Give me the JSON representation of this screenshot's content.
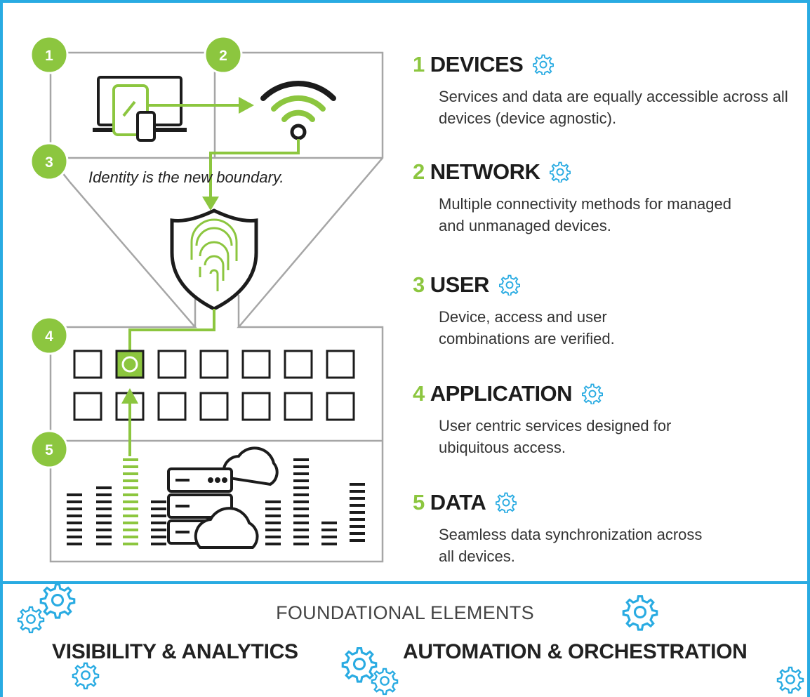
{
  "diagram": {
    "tagline": "Identity is the new boundary.",
    "badges": [
      "1",
      "2",
      "3",
      "4",
      "5"
    ],
    "steps": [
      {
        "num": "1",
        "title": "DEVICES",
        "desc": "Services and data are equally accessible across all devices (device agnostic)."
      },
      {
        "num": "2",
        "title": "NETWORK",
        "desc": "Multiple connectivity methods for managed and unmanaged devices."
      },
      {
        "num": "3",
        "title": "USER",
        "desc": "Device, access and user combinations are verified."
      },
      {
        "num": "4",
        "title": "APPLICATION",
        "desc": "User centric services designed for ubiquitous access."
      },
      {
        "num": "5",
        "title": "DATA",
        "desc": "Seamless data synchronization across all devices."
      }
    ]
  },
  "foundation": {
    "title": "FOUNDATIONAL ELEMENTS",
    "left": "VISIBILITY & ANALYTICS",
    "right": "AUTOMATION & ORCHESTRATION"
  },
  "colors": {
    "green": "#8cc63f",
    "blue": "#29abe2",
    "gray": "#a6a6a6",
    "black": "#1c1c1c"
  },
  "icons": [
    "gear-icon",
    "laptop-icon",
    "tablet-icon",
    "phone-icon",
    "wifi-icon",
    "fingerprint-shield-icon",
    "server-icon",
    "cloud-icon"
  ]
}
